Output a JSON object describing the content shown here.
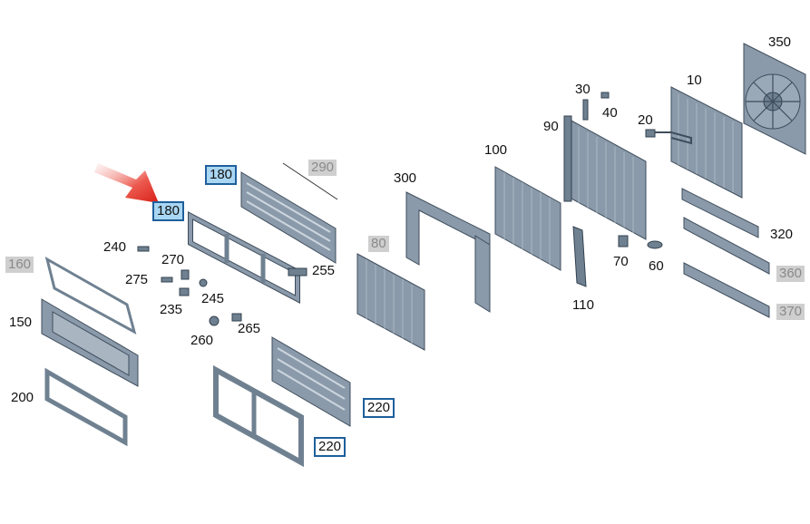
{
  "labels": {
    "l350": "350",
    "l10": "10",
    "l30": "30",
    "l40": "40",
    "l20": "20",
    "l90": "90",
    "l100": "100",
    "l300": "300",
    "l290": "290",
    "l180a": "180",
    "l180b": "180",
    "l320": "320",
    "l360": "360",
    "l370": "370",
    "l70": "70",
    "l60": "60",
    "l110": "110",
    "l80": "80",
    "l255": "255",
    "l240": "240",
    "l270": "270",
    "l275": "275",
    "l245": "245",
    "l235": "235",
    "l260": "260",
    "l265": "265",
    "l160": "160",
    "l150": "150",
    "l200": "200",
    "l220a": "220",
    "l220b": "220"
  },
  "colors": {
    "arrow": "#e0261f",
    "highlight_fill": "#a9d6f2",
    "highlight_border": "#1f5f9c",
    "gray_label": "#cfcfcf",
    "part": "#8a9aaa"
  }
}
